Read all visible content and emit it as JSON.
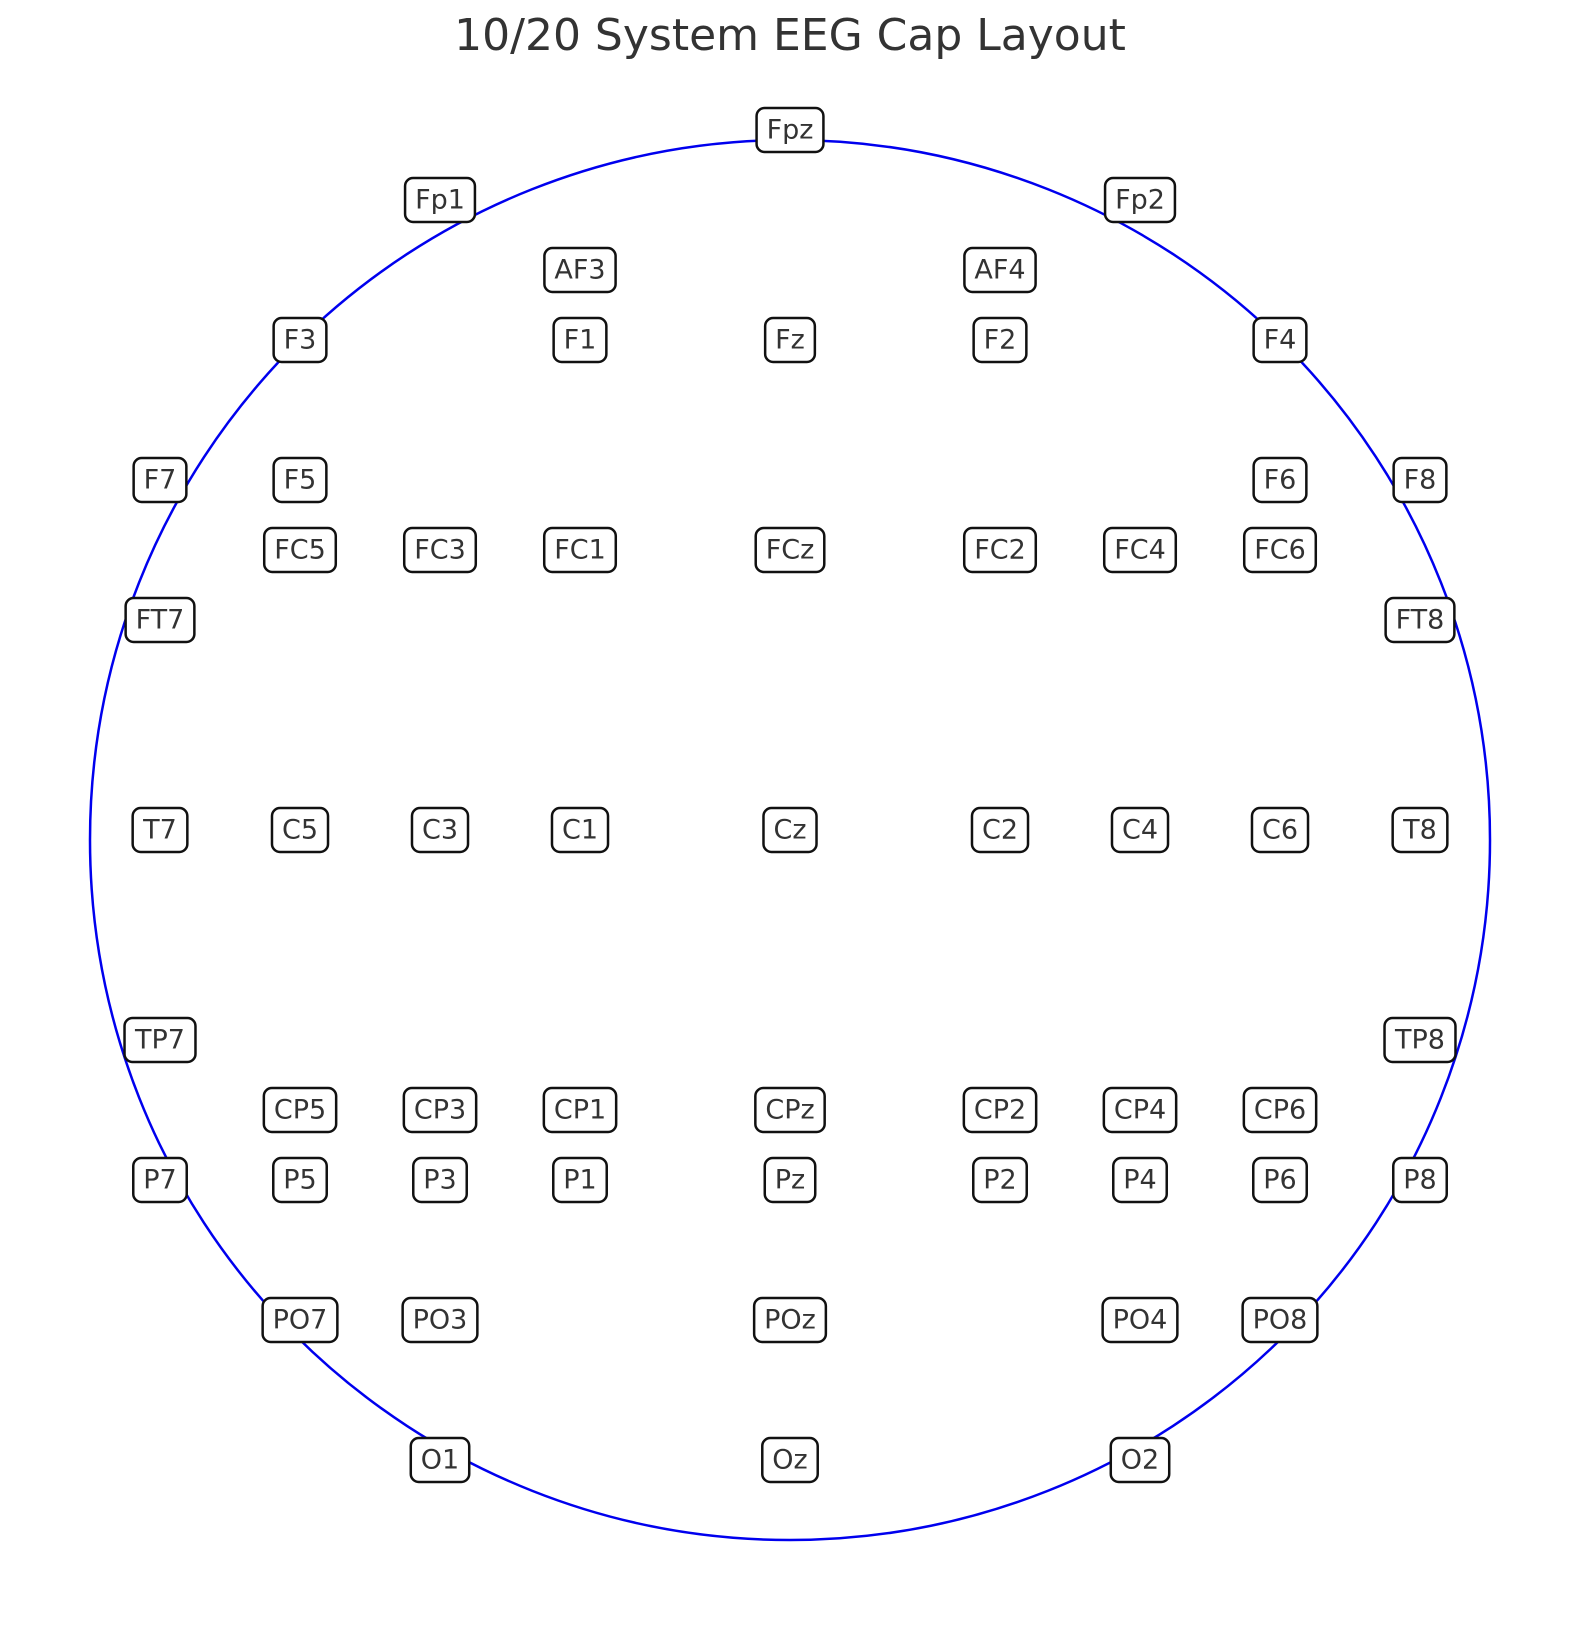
{
  "title": "10/20 System EEG Cap Layout",
  "colors": {
    "head_outline": "#0000ee",
    "box_border": "#111111",
    "label_text": "#333333",
    "title_text": "#333333"
  },
  "electrodes": [
    {
      "label": "Fpz",
      "col": 0,
      "row": -5
    },
    {
      "label": "Fp1",
      "col": -2.5,
      "row": -4.5
    },
    {
      "label": "Fp2",
      "col": 2.5,
      "row": -4.5
    },
    {
      "label": "AF3",
      "col": -1.5,
      "row": -4
    },
    {
      "label": "AF4",
      "col": 1.5,
      "row": -4
    },
    {
      "label": "F3",
      "col": -3.5,
      "row": -3.5
    },
    {
      "label": "F1",
      "col": -1.5,
      "row": -3.5
    },
    {
      "label": "Fz",
      "col": 0,
      "row": -3.5
    },
    {
      "label": "F2",
      "col": 1.5,
      "row": -3.5
    },
    {
      "label": "F4",
      "col": 3.5,
      "row": -3.5
    },
    {
      "label": "F7",
      "col": -4.5,
      "row": -2.5
    },
    {
      "label": "F5",
      "col": -3.5,
      "row": -2.5
    },
    {
      "label": "F6",
      "col": 3.5,
      "row": -2.5
    },
    {
      "label": "F8",
      "col": 4.5,
      "row": -2.5
    },
    {
      "label": "FC5",
      "col": -3.5,
      "row": -2
    },
    {
      "label": "FC3",
      "col": -2.5,
      "row": -2
    },
    {
      "label": "FC1",
      "col": -1.5,
      "row": -2
    },
    {
      "label": "FCz",
      "col": 0,
      "row": -2
    },
    {
      "label": "FC2",
      "col": 1.5,
      "row": -2
    },
    {
      "label": "FC4",
      "col": 2.5,
      "row": -2
    },
    {
      "label": "FC6",
      "col": 3.5,
      "row": -2
    },
    {
      "label": "FT7",
      "col": -4.5,
      "row": -1.5
    },
    {
      "label": "FT8",
      "col": 4.5,
      "row": -1.5
    },
    {
      "label": "T7",
      "col": -4.5,
      "row": 0
    },
    {
      "label": "C5",
      "col": -3.5,
      "row": 0
    },
    {
      "label": "C3",
      "col": -2.5,
      "row": 0
    },
    {
      "label": "C1",
      "col": -1.5,
      "row": 0
    },
    {
      "label": "Cz",
      "col": 0,
      "row": 0
    },
    {
      "label": "C2",
      "col": 1.5,
      "row": 0
    },
    {
      "label": "C4",
      "col": 2.5,
      "row": 0
    },
    {
      "label": "C6",
      "col": 3.5,
      "row": 0
    },
    {
      "label": "T8",
      "col": 4.5,
      "row": 0
    },
    {
      "label": "TP7",
      "col": -4.5,
      "row": 1.5
    },
    {
      "label": "TP8",
      "col": 4.5,
      "row": 1.5
    },
    {
      "label": "CP5",
      "col": -3.5,
      "row": 2
    },
    {
      "label": "CP3",
      "col": -2.5,
      "row": 2
    },
    {
      "label": "CP1",
      "col": -1.5,
      "row": 2
    },
    {
      "label": "CPz",
      "col": 0,
      "row": 2
    },
    {
      "label": "CP2",
      "col": 1.5,
      "row": 2
    },
    {
      "label": "CP4",
      "col": 2.5,
      "row": 2
    },
    {
      "label": "CP6",
      "col": 3.5,
      "row": 2
    },
    {
      "label": "P7",
      "col": -4.5,
      "row": 2.5
    },
    {
      "label": "P5",
      "col": -3.5,
      "row": 2.5
    },
    {
      "label": "P3",
      "col": -2.5,
      "row": 2.5
    },
    {
      "label": "P1",
      "col": -1.5,
      "row": 2.5
    },
    {
      "label": "Pz",
      "col": 0,
      "row": 2.5
    },
    {
      "label": "P2",
      "col": 1.5,
      "row": 2.5
    },
    {
      "label": "P4",
      "col": 2.5,
      "row": 2.5
    },
    {
      "label": "P6",
      "col": 3.5,
      "row": 2.5
    },
    {
      "label": "P8",
      "col": 4.5,
      "row": 2.5
    },
    {
      "label": "PO7",
      "col": -3.5,
      "row": 3.5
    },
    {
      "label": "PO3",
      "col": -2.5,
      "row": 3.5
    },
    {
      "label": "POz",
      "col": 0,
      "row": 3.5
    },
    {
      "label": "PO4",
      "col": 2.5,
      "row": 3.5
    },
    {
      "label": "PO8",
      "col": 3.5,
      "row": 3.5
    },
    {
      "label": "O1",
      "col": -2.5,
      "row": 4.5
    },
    {
      "label": "Oz",
      "col": 0,
      "row": 4.5
    },
    {
      "label": "O2",
      "col": 2.5,
      "row": 4.5
    }
  ]
}
